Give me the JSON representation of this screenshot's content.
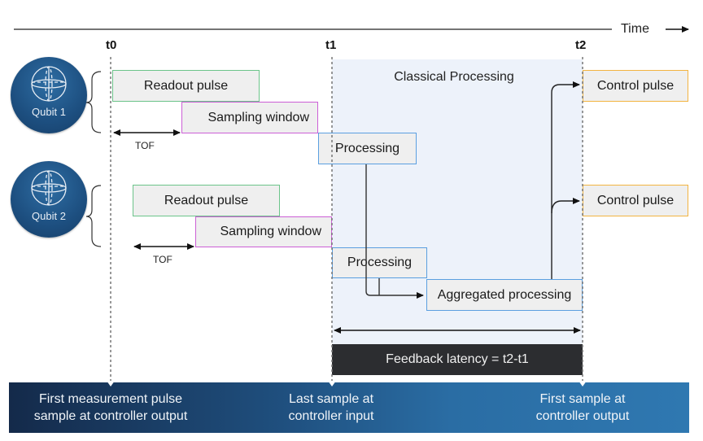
{
  "axis": {
    "time_label": "Time",
    "markers": [
      "t0",
      "t1",
      "t2"
    ]
  },
  "region": {
    "title": "Classical Processing"
  },
  "qubits": [
    {
      "label": "Qubit 1",
      "readout_label": "Readout pulse",
      "sampling_label": "Sampling window",
      "tof_label": "TOF",
      "processing_label": "Processing",
      "control_label": "Control pulse"
    },
    {
      "label": "Qubit 2",
      "readout_label": "Readout pulse",
      "sampling_label": "Sampling window",
      "tof_label": "TOF",
      "processing_label": "Processing",
      "control_label": "Control pulse"
    }
  ],
  "aggregated": {
    "label": "Aggregated processing"
  },
  "feedback": {
    "label": "Feedback latency = t2-t1"
  },
  "bottom_band": {
    "left": [
      "First measurement pulse",
      "sample at controller output"
    ],
    "middle": [
      "Last sample at",
      "controller input"
    ],
    "right": [
      "First sample at",
      "controller output"
    ]
  },
  "colors": {
    "readout_border": "#6cc48a",
    "sampling_border": "#cc5fd6",
    "processing_border": "#5b9fe0",
    "control_border": "#f2b441",
    "feedback_bg": "#2c2d30",
    "qubit_fill": "#1d4f80"
  }
}
